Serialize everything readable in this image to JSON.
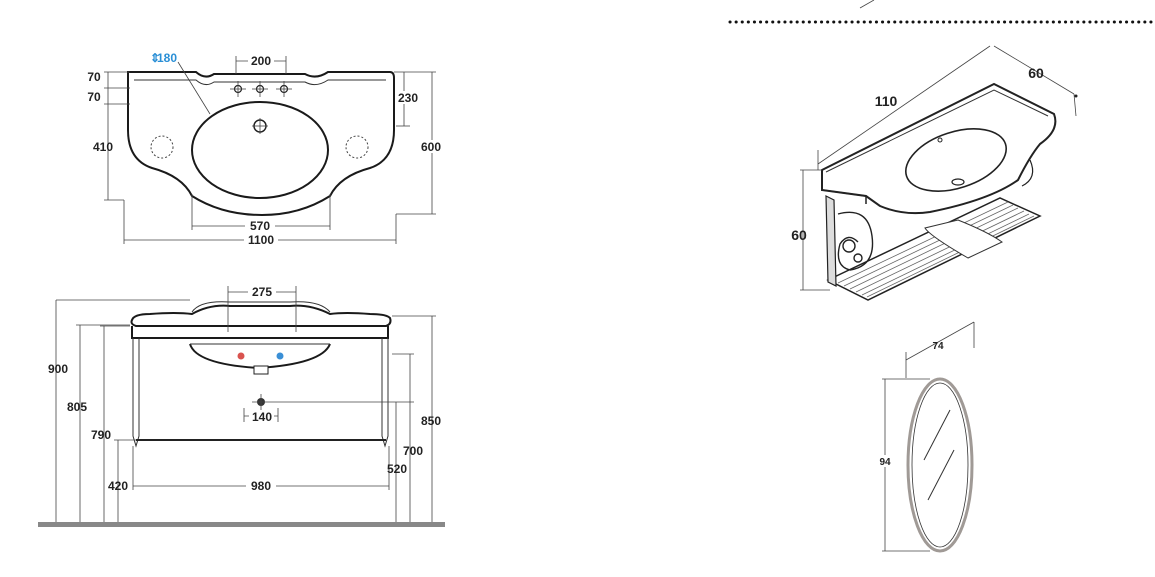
{
  "drawing": {
    "top_view": {
      "faucet_hole_diameter": "180",
      "tap_spacing": "200",
      "rim_upper": "70",
      "rim_lower": "70",
      "basin_depth": "410",
      "backsplash_height": "230",
      "overall_depth": "600",
      "basin_width": "570",
      "overall_width": "1100"
    },
    "front_view": {
      "valve_spacing": "275",
      "drain_offset": "140",
      "total_height": "900",
      "rim_height": "805",
      "leg_height": "790",
      "shelf_height": "420",
      "leg_spacing": "980",
      "top_right_height": "850",
      "drain_height": "700",
      "trap_height": "520"
    },
    "perspective_view": {
      "width": "110",
      "depth": "60",
      "height": "60"
    },
    "mirror": {
      "width": "74",
      "height": "94"
    }
  }
}
